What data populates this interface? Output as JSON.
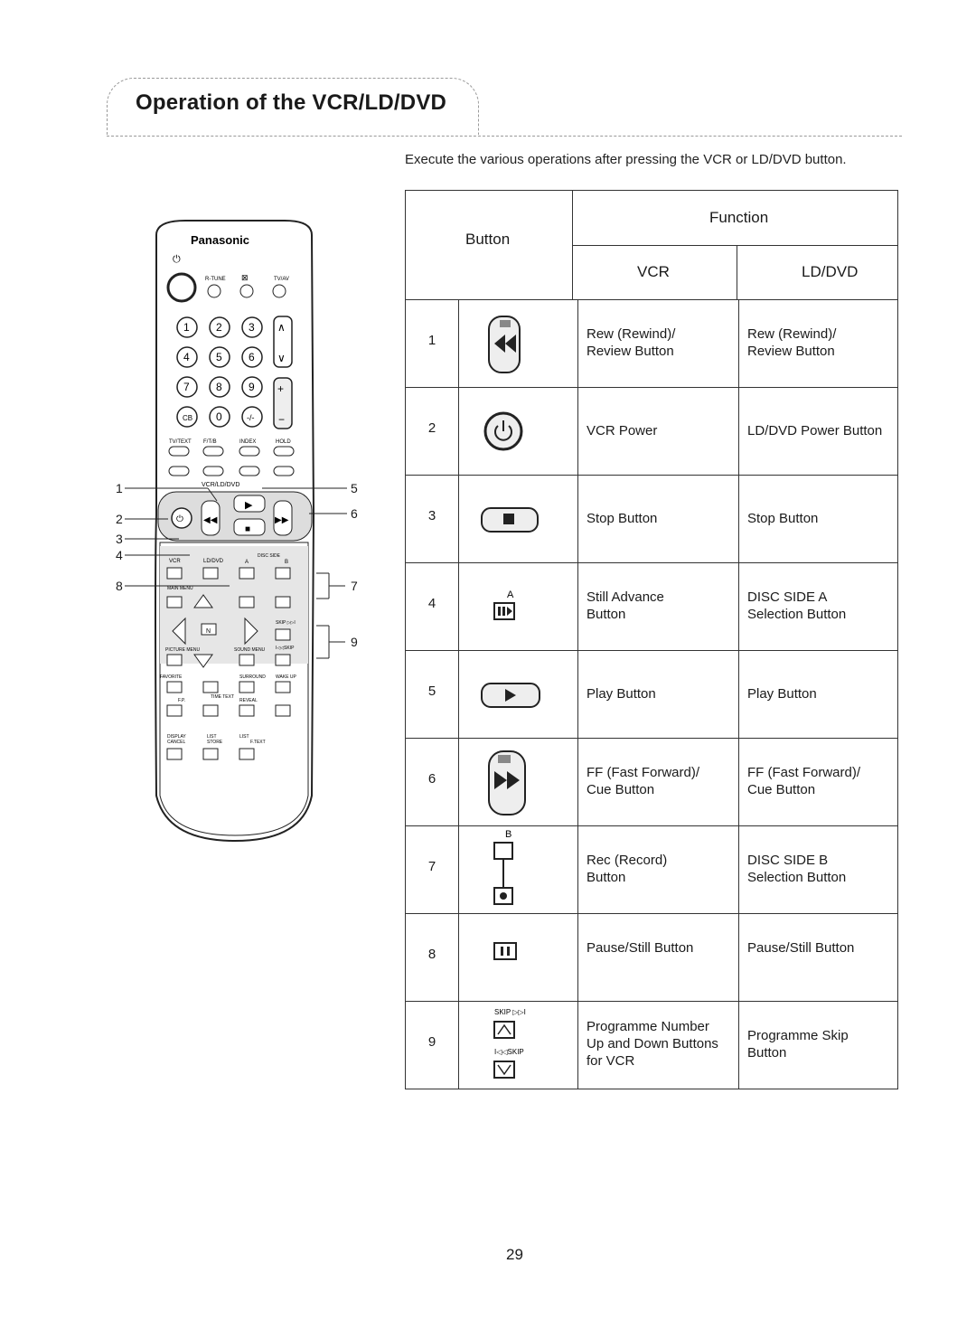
{
  "page": {
    "title": "Operation of the VCR/LD/DVD",
    "intro": "Execute the various operations after pressing the VCR or LD/DVD button.",
    "page_number": "29"
  },
  "remote": {
    "brand": "Panasonic",
    "labels": {
      "rtune": "R-TUNE",
      "tvav": "TV/AV",
      "tvtext": "TV/TEXT",
      "ftb": "F/T/B",
      "index": "INDEX",
      "hold": "HOLD",
      "vcrlddvd": "VCR/LD/DVD",
      "vcr": "VCR",
      "lddvd": "LD/DVD",
      "discside": "DISC SIDE",
      "a": "A",
      "b": "B",
      "mainmenu": "MAIN MENU",
      "n": "N",
      "picturemenu": "PICTURE MENU",
      "soundmenu": "SOUND MENU",
      "skipup": "SKIP ▷▷I",
      "skipdown": "I◁◁SKIP",
      "favorite": "FAVORITE",
      "surround": "SURROUND",
      "wakeup": "WAKE UP",
      "fp": "F.P.",
      "timetext": "TIME TEXT",
      "reveal": "REVEAL",
      "display": "DISPLAY",
      "cancel": "CANCEL",
      "list": "LIST",
      "store": "STORE",
      "list2": "LIST",
      "ftext": "F.TEXT",
      "keys": [
        "1",
        "2",
        "3",
        "4",
        "5",
        "6",
        "7",
        "8",
        "9",
        "0"
      ]
    },
    "callouts": [
      "1",
      "2",
      "3",
      "4",
      "5",
      "6",
      "7",
      "8",
      "9"
    ]
  },
  "table": {
    "header": {
      "button": "Button",
      "function": "Function",
      "vcr": "VCR",
      "lddvd": "LD/DVD"
    },
    "rows": [
      {
        "num": "1",
        "icon": "rewind-icon",
        "vcr": [
          "Rew (Rewind)/",
          "Review Button"
        ],
        "lddvd": [
          "Rew (Rewind)/",
          "Review Button"
        ]
      },
      {
        "num": "2",
        "icon": "power-icon",
        "vcr": [
          "VCR Power"
        ],
        "lddvd": [
          "LD/DVD Power Button"
        ]
      },
      {
        "num": "3",
        "icon": "stop-icon",
        "vcr": [
          "Stop Button"
        ],
        "lddvd": [
          "Stop Button"
        ]
      },
      {
        "num": "4",
        "icon": "still-advance-icon",
        "icon_label": "A",
        "vcr": [
          "Still Advance",
          "Button"
        ],
        "lddvd": [
          "DISC SIDE A",
          "Selection Button"
        ]
      },
      {
        "num": "5",
        "icon": "play-icon",
        "vcr": [
          "Play Button"
        ],
        "lddvd": [
          "Play Button"
        ]
      },
      {
        "num": "6",
        "icon": "fast-forward-icon",
        "vcr": [
          "FF (Fast Forward)/",
          "Cue Button"
        ],
        "lddvd": [
          "FF (Fast Forward)/",
          "Cue Button"
        ]
      },
      {
        "num": "7",
        "icon": "record-icon",
        "icon_label": "B",
        "vcr": [
          "Rec (Record)",
          "Button"
        ],
        "lddvd": [
          "DISC SIDE B",
          "Selection Button"
        ]
      },
      {
        "num": "8",
        "icon": "pause-icon",
        "vcr": [
          "Pause/Still Button"
        ],
        "lddvd": [
          "Pause/Still Button"
        ]
      },
      {
        "num": "9",
        "icon": "skip-up-down-icon",
        "icon_label_top": "SKIP ▷▷I",
        "icon_label_bottom": "I◁◁SKIP",
        "vcr": [
          "Programme Number",
          "Up and Down Buttons",
          "for VCR"
        ],
        "lddvd": [
          "Programme Skip",
          "Button"
        ]
      }
    ]
  }
}
